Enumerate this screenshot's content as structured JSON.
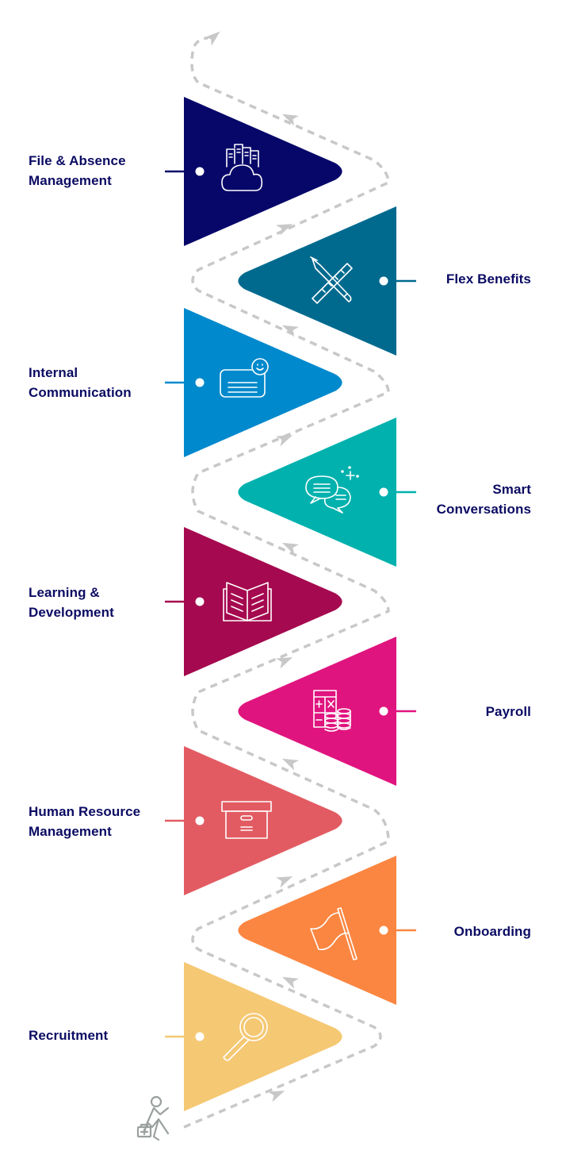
{
  "title": "HR journey path",
  "path_color": "#c8c8c8",
  "label_color": "#0b0b63",
  "steps": [
    {
      "label_lines": [
        "File & Absence",
        "Management"
      ],
      "color": "#07076a",
      "icon": "cloud-servers-icon",
      "side": "left"
    },
    {
      "label_lines": [
        "Flex Benefits"
      ],
      "color": "#006a8e",
      "icon": "pencil-ruler-icon",
      "side": "right"
    },
    {
      "label_lines": [
        "Internal",
        "Communication"
      ],
      "color": "#0089cc",
      "icon": "message-card-smile-icon",
      "side": "left"
    },
    {
      "label_lines": [
        "Smart",
        "Conversations"
      ],
      "color": "#00b1ae",
      "icon": "chat-bubbles-icon",
      "side": "right"
    },
    {
      "label_lines": [
        "Learning &",
        "Development"
      ],
      "color": "#a5094f",
      "icon": "open-book-icon",
      "side": "left"
    },
    {
      "label_lines": [
        "Payroll"
      ],
      "color": "#e0147f",
      "icon": "calculator-coins-icon",
      "side": "right"
    },
    {
      "label_lines": [
        "Human Resource",
        "Management"
      ],
      "color": "#e25b62",
      "icon": "archive-box-icon",
      "side": "left"
    },
    {
      "label_lines": [
        "Onboarding"
      ],
      "color": "#fb8641",
      "icon": "flag-icon",
      "side": "right"
    },
    {
      "label_lines": [
        "Recruitment"
      ],
      "color": "#f5c873",
      "icon": "magnifier-icon",
      "side": "left"
    }
  ],
  "start_icon": "running-person-briefcase-icon"
}
